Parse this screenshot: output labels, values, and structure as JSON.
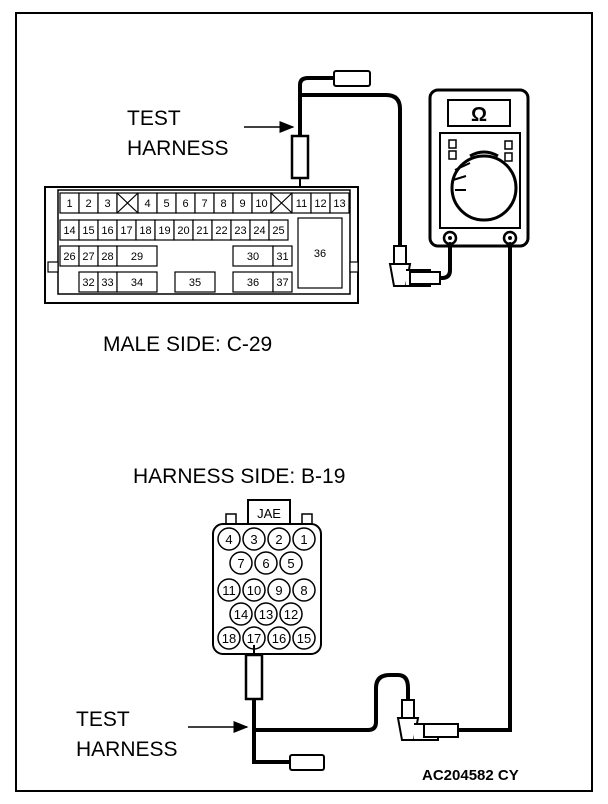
{
  "labels": {
    "test_harness_top_1": "TEST",
    "test_harness_top_2": "HARNESS",
    "test_harness_bottom_1": "TEST",
    "test_harness_bottom_2": "HARNESS",
    "male_side": "MALE SIDE: C-29",
    "harness_side": "HARNESS SIDE: B-19",
    "jae": "JAE",
    "figure_code": "AC204582 CY",
    "ohm_symbol": "Ω"
  },
  "male_connector": {
    "row1": [
      "1",
      "2",
      "3",
      "4",
      "5",
      "6",
      "7",
      "8",
      "9",
      "10",
      "11",
      "12",
      "13"
    ],
    "row2": [
      "14",
      "15",
      "16",
      "17",
      "18",
      "19",
      "20",
      "21",
      "22",
      "23",
      "24",
      "25"
    ],
    "row3": [
      "26",
      "27",
      "28",
      "29",
      "30",
      "31",
      "36"
    ],
    "row4": [
      "32",
      "33",
      "34",
      "35",
      "36",
      "37"
    ]
  },
  "harness_connector": {
    "row1": [
      "4",
      "3",
      "2",
      "1"
    ],
    "row2": [
      "7",
      "6",
      "5"
    ],
    "row3": [
      "11",
      "10",
      "9",
      "8"
    ],
    "row4": [
      "14",
      "13",
      "12"
    ],
    "row5": [
      "18",
      "17",
      "16",
      "15"
    ]
  }
}
